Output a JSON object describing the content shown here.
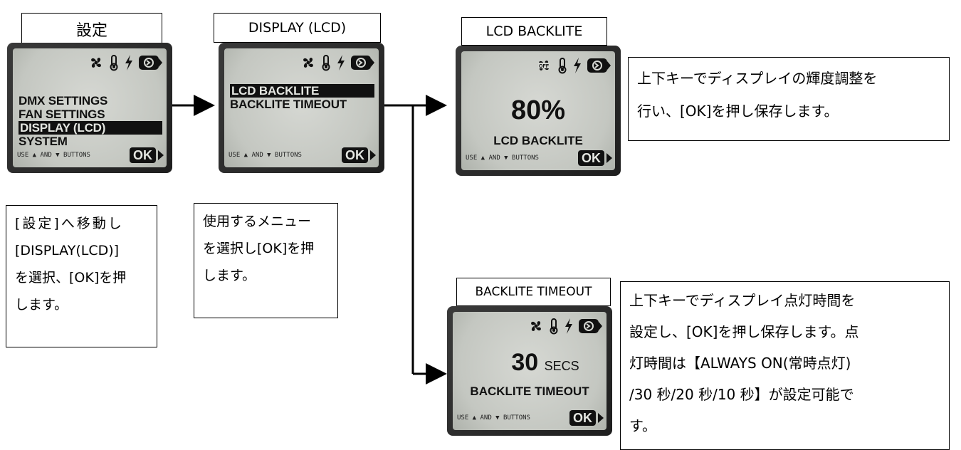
{
  "labels": {
    "settings": "設定",
    "display": "DISPLAY (LCD)",
    "backlite": "LCD BACKLITE",
    "timeout": "BACKLITE TIMEOUT"
  },
  "lcd_settings": {
    "menu": [
      "DMX SETTINGS",
      "FAN SETTINGS",
      "DISPLAY (LCD)",
      "SYSTEM"
    ],
    "selected_index": 2,
    "footer": "USE ▲ AND ▼ BUTTONS",
    "ok": "OK"
  },
  "lcd_display": {
    "menu": [
      "LCD BACKLITE",
      "BACKLITE TIMEOUT"
    ],
    "selected_index": 0,
    "footer": "USE ▲ AND ▼ BUTTONS",
    "ok": "OK"
  },
  "lcd_backlite": {
    "fan_off_label": "OFF",
    "value": "80%",
    "caption": "LCD BACKLITE",
    "footer": "USE ▲ AND ▼ BUTTONS",
    "ok": "OK"
  },
  "lcd_timeout": {
    "value": "30",
    "unit": "SECS",
    "caption": "BACKLITE TIMEOUT",
    "footer": "USE ▲ AND ▼ BUTTONS",
    "ok": "OK"
  },
  "descriptions": {
    "step1": [
      "[設定]へ移動し",
      "[DISPLAY(LCD)]",
      "を選択、[OK]を押",
      "します。"
    ],
    "step2": [
      "使用するメニュー",
      "を選択し[OK]を押",
      "します。"
    ],
    "backlite": [
      "上下キーでディスプレイの輝度調整を",
      "行い、[OK]を押し保存します。"
    ],
    "timeout": [
      "上下キーでディスプレイ点灯時間を",
      "設定し、[OK]を押し保存します。点",
      "灯時間は【ALWAYS ON(常時点灯)",
      "/30 秒/20 秒/10 秒】が設定可能で",
      "す。"
    ]
  },
  "colors": {
    "lcd_bezel": "#2a2a2a",
    "lcd_screen": "#c8cac5",
    "ink": "#111111"
  }
}
